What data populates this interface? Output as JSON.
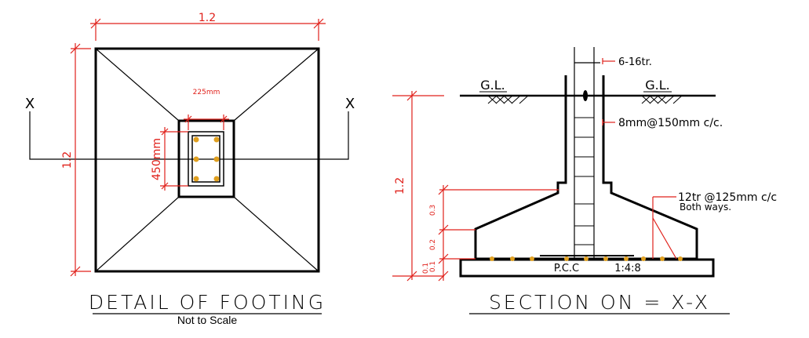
{
  "colors": {
    "dimension": "#e0201a",
    "line": "#000000",
    "rebar": "#e0a020"
  },
  "plan": {
    "dim_top": "1.2",
    "dim_left": "1.2",
    "col_width": "225mm",
    "col_depth": "450mm",
    "cut_left": "X",
    "cut_right": "X",
    "title": "DETAIL OF FOOTING",
    "subtitle": "Not to Scale"
  },
  "section": {
    "gl_left": "G.L.",
    "gl_right": "G.L.",
    "main_bars": "6-16tr.",
    "ties": "8mm@150mm c/c.",
    "base_bars": "12tr @125mm c/c",
    "base_bars_note": "Both ways.",
    "pcc": "P.C.C",
    "pcc_mix": "1:4:8",
    "dim_total": "1.2",
    "dim_a": "0.3",
    "dim_b": "0.2",
    "dim_c": "0.1",
    "dim_d": "0.1",
    "title": "SECTION ON = X-X"
  }
}
